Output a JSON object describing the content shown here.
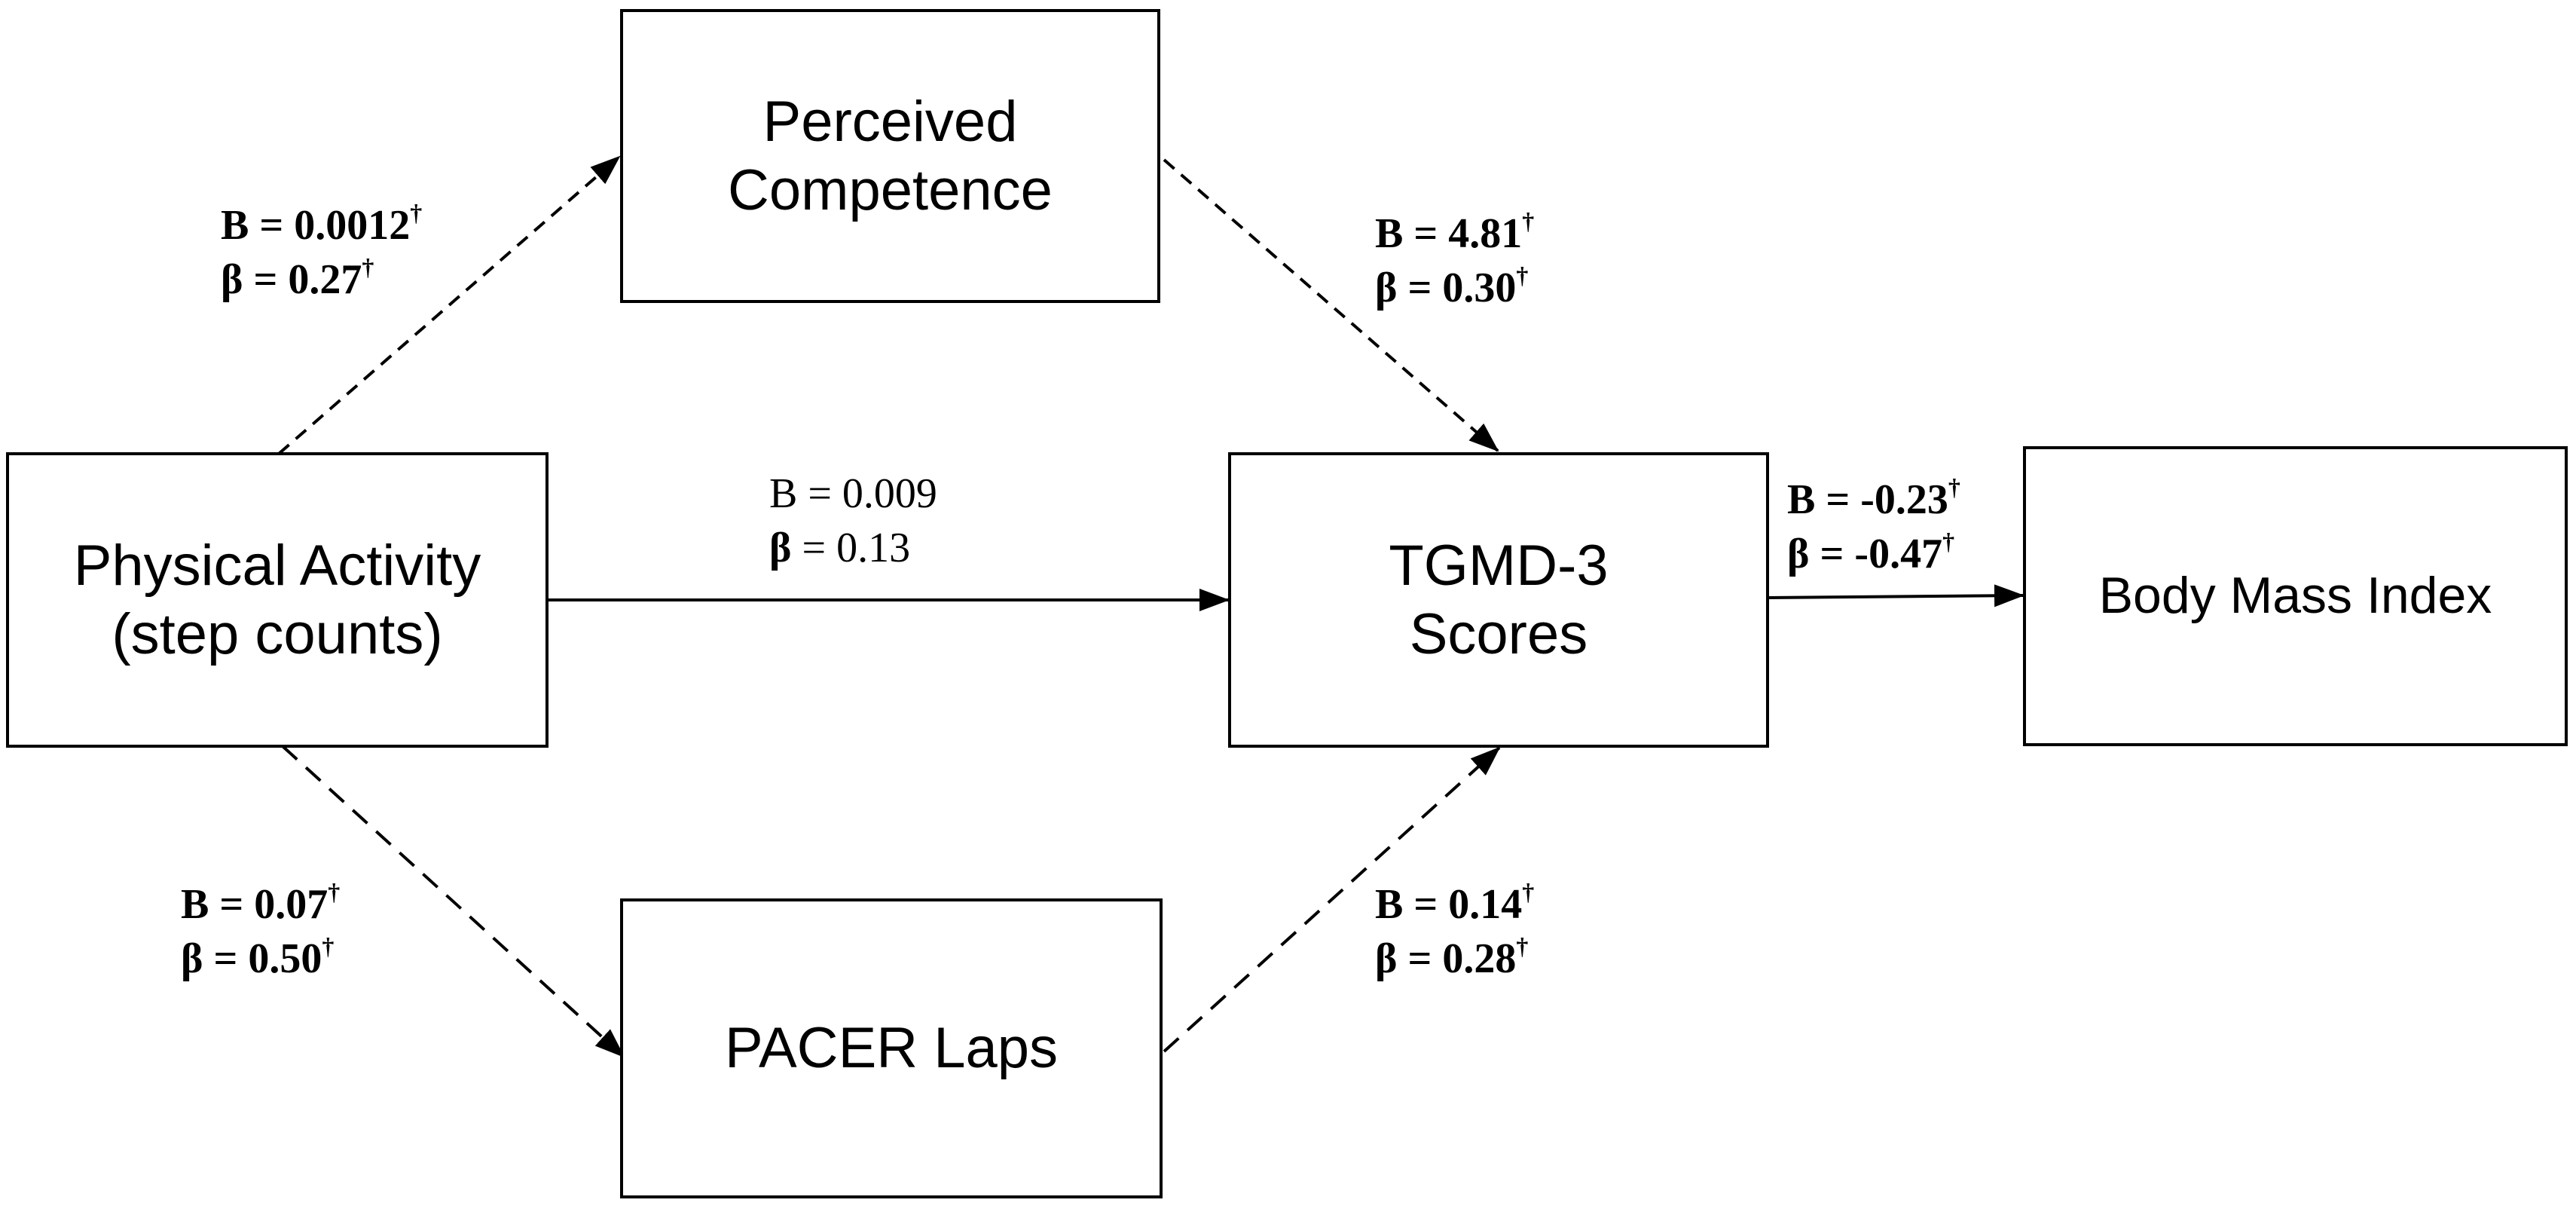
{
  "nodes": {
    "physical_activity": [
      "Physical Activity",
      "(step counts)"
    ],
    "perceived_competence": [
      "Perceived",
      "Competence"
    ],
    "tgmd3": [
      "TGMD-3",
      "Scores"
    ],
    "pacer": [
      "PACER Laps"
    ],
    "bmi": [
      "Body Mass Index"
    ]
  },
  "paths": {
    "pa_to_pc": {
      "B": "B = 0.0012",
      "beta": "β = 0.27",
      "mark": "†",
      "line": "dashed"
    },
    "pc_to_tgmd": {
      "B": "B = 4.81",
      "beta": "β = 0.30",
      "mark": "†",
      "line": "dashed"
    },
    "pa_to_tgmd": {
      "B": "B = 0.009",
      "beta": "β = 0.13",
      "mark": "",
      "line": "solid"
    },
    "tgmd_to_bmi": {
      "B": "B = -0.23",
      "beta": "β = -0.47",
      "mark": "†",
      "line": "solid"
    },
    "pa_to_pacer": {
      "B": "B = 0.07",
      "beta": "β = 0.50",
      "mark": "†",
      "line": "dashed"
    },
    "pacer_to_tgmd": {
      "B": "B = 0.14",
      "beta": "β = 0.28",
      "mark": "†",
      "line": "dashed"
    }
  }
}
